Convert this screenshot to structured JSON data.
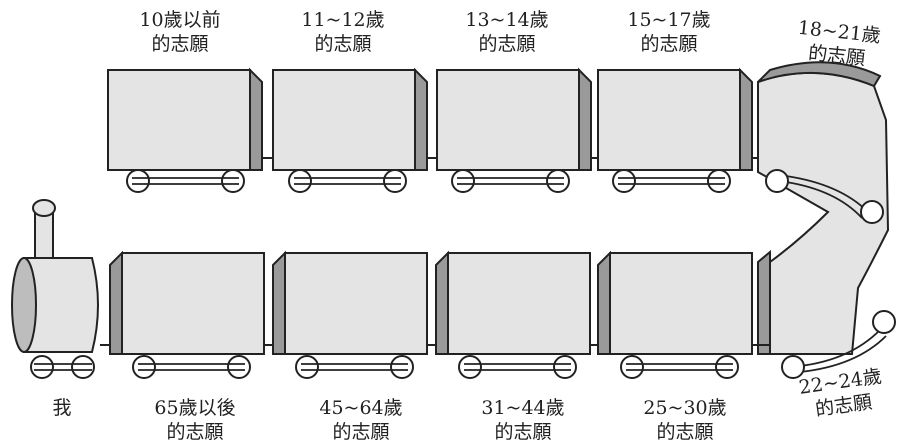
{
  "colors": {
    "car_fill": "#e4e4e4",
    "car_side": "#9a9a9a",
    "outline": "#222222",
    "text": "#222222"
  },
  "top_row": [
    {
      "age": "10歲以前",
      "suffix": "的志願"
    },
    {
      "age": "11~12歲",
      "suffix": "的志願"
    },
    {
      "age": "13~14歲",
      "suffix": "的志願"
    },
    {
      "age": "15~17歲",
      "suffix": "的志願"
    },
    {
      "age": "18~21歲",
      "suffix": "的志願"
    }
  ],
  "bottom_row": [
    {
      "age": "65歲以後",
      "suffix": "的志願"
    },
    {
      "age": "45~64歲",
      "suffix": "的志願"
    },
    {
      "age": "31~44歲",
      "suffix": "的志願"
    },
    {
      "age": "25~30歲",
      "suffix": "的志願"
    },
    {
      "age": "22~24歲",
      "suffix": "的志願"
    }
  ],
  "engine_label": "我"
}
